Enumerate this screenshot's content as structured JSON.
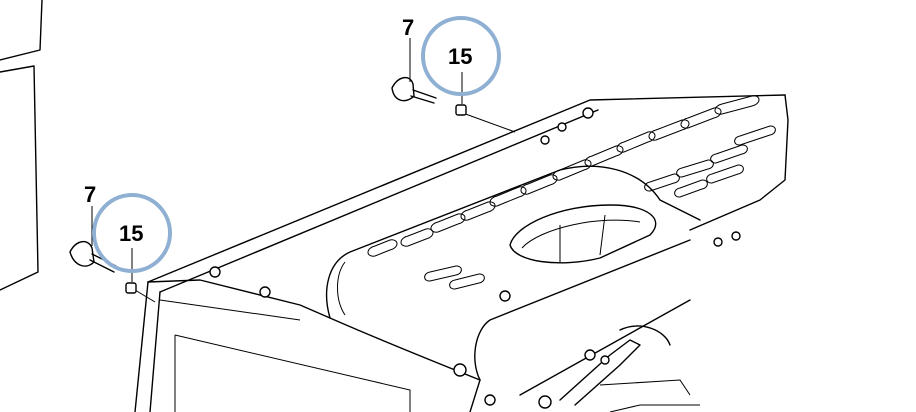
{
  "callouts": {
    "top_fastener": {
      "part_label": "7",
      "highlight_label": "15"
    },
    "left_fastener": {
      "part_label": "7",
      "highlight_label": "15"
    }
  },
  "colors": {
    "highlight_ring": "#8fb0d3",
    "line": "#000000",
    "background": "#ffffff"
  },
  "icons": {
    "fastener_bolt": "bolt-icon",
    "fastener_nut": "nut-icon"
  }
}
